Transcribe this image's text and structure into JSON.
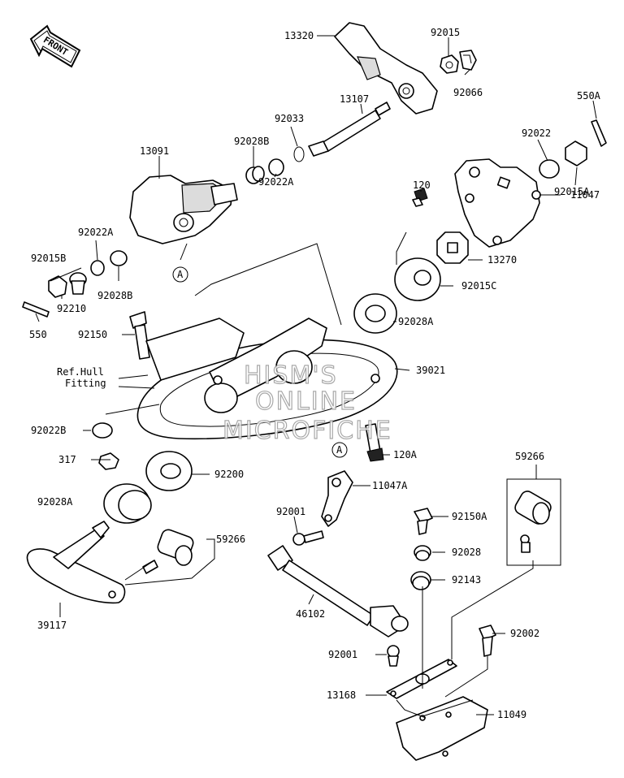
{
  "front_label": "FRONT",
  "ref_label": [
    "Ref.Hull",
    "Fitting"
  ],
  "watermark": [
    "HISM'S",
    "ONLINE",
    "MICROFICHE"
  ],
  "reference_marker": "A",
  "parts": [
    {
      "id": "13320"
    },
    {
      "id": "92015"
    },
    {
      "id": "92066"
    },
    {
      "id": "550A"
    },
    {
      "id": "13107"
    },
    {
      "id": "92033"
    },
    {
      "id": "92028B"
    },
    {
      "id": "92022A"
    },
    {
      "id": "13091"
    },
    {
      "id": "92022"
    },
    {
      "id": "92015A"
    },
    {
      "id": "11047"
    },
    {
      "id": "120"
    },
    {
      "id": "13270"
    },
    {
      "id": "92015C"
    },
    {
      "id": "92022A"
    },
    {
      "id": "92015B"
    },
    {
      "id": "92028B"
    },
    {
      "id": "92210"
    },
    {
      "id": "550"
    },
    {
      "id": "92150"
    },
    {
      "id": "92028A"
    },
    {
      "id": "39021"
    },
    {
      "id": "92022B"
    },
    {
      "id": "120A"
    },
    {
      "id": "317"
    },
    {
      "id": "92200"
    },
    {
      "id": "11047A"
    },
    {
      "id": "59266"
    },
    {
      "id": "92028A"
    },
    {
      "id": "92001"
    },
    {
      "id": "92150A"
    },
    {
      "id": "59266"
    },
    {
      "id": "92028"
    },
    {
      "id": "92143"
    },
    {
      "id": "39117"
    },
    {
      "id": "46102"
    },
    {
      "id": "92002"
    },
    {
      "id": "92001"
    },
    {
      "id": "13168"
    },
    {
      "id": "11049"
    }
  ]
}
